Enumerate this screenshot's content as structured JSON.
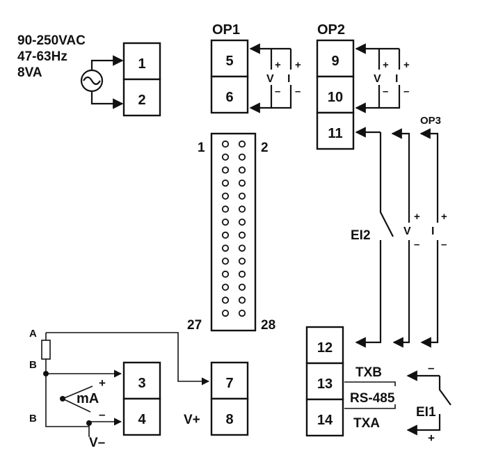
{
  "power": {
    "line1": "90-250VAC",
    "line2": "47-63Hz",
    "line3": "8VA"
  },
  "groups": {
    "op1": "OP1",
    "op2": "OP2",
    "op3": "OP3"
  },
  "terminals": [
    "1",
    "2",
    "3",
    "4",
    "5",
    "6",
    "7",
    "8",
    "9",
    "10",
    "11",
    "12",
    "13",
    "14"
  ],
  "connector": {
    "pin_tl": "1",
    "pin_tr": "2",
    "pin_bl": "27",
    "pin_br": "28"
  },
  "signs": {
    "v": "V",
    "i": "I",
    "plus": "+",
    "minus": "–"
  },
  "sensor": {
    "a": "A",
    "b1": "B",
    "b2": "B",
    "ma": "mA",
    "vminus": "V–"
  },
  "terminal8_label": "V+",
  "inputs": {
    "ei1": "EI1",
    "ei2": "EI2"
  },
  "comms": {
    "txb": "TXB",
    "rs485": "RS-485",
    "txa": "TXA"
  }
}
